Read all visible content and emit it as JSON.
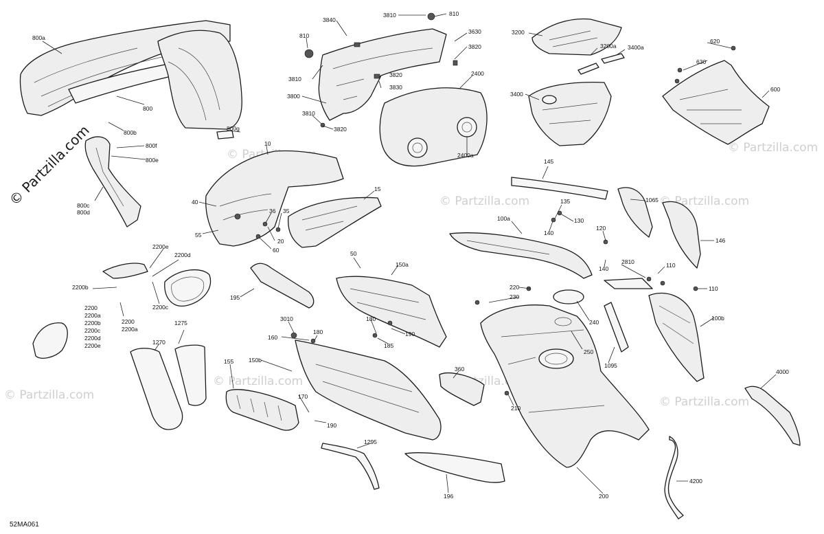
{
  "diagram_id": "52MA061",
  "watermark": {
    "main": "© Partzilla.com",
    "faint": "© Partzilla.com"
  },
  "labels": {
    "l800a": "800a",
    "l800": "800",
    "l800b": "800b",
    "l800f": "800f",
    "l800e": "800e",
    "l800g": "800g",
    "l800c": "800c",
    "l800d": "800d",
    "l3840": "3840",
    "l3810a": "3810",
    "l810a": "810",
    "l810b": "810",
    "l3630": "3630",
    "l3820a": "3820",
    "l3810b": "3810",
    "l3820b": "3820",
    "l3830": "3830",
    "l3800": "3800",
    "l3810c": "3810",
    "l3820c": "3820",
    "l2400": "2400",
    "l2400a": "2400a",
    "l3200": "3200",
    "l3200a": "3200a",
    "l3400a": "3400a",
    "l3400": "3400",
    "l620": "620",
    "l630": "630",
    "l600": "600",
    "l10": "10",
    "l15": "15",
    "l40": "40",
    "l36": "36",
    "l35": "35",
    "l20": "20",
    "l55": "55",
    "l60": "60",
    "l145": "145",
    "l1065": "1065",
    "l146": "146",
    "l135": "135",
    "l130": "130",
    "l140a": "140",
    "l120": "120",
    "l140b": "140",
    "l2810": "2810",
    "l110a": "110",
    "l110b": "110",
    "l100a": "100a",
    "l100b": "100b",
    "l2200e": "2200e",
    "l2200d": "2200d",
    "l2200b": "2200b",
    "l2200c": "2200c",
    "l2200": "2200",
    "l2200a": "2200a",
    "l2200s0": "2200",
    "l2200s1": "2200a",
    "l2200s2": "2200b",
    "l2200s3": "2200c",
    "l2200s4": "2200d",
    "l2200s5": "2200e",
    "l195": "195",
    "l50": "50",
    "l150a": "150a",
    "l1275": "1275",
    "l1270": "1270",
    "l3010": "3010",
    "l160": "160",
    "l180a": "180",
    "l180b": "180",
    "l190a": "190",
    "l185": "185",
    "l150b": "150b",
    "l155": "155",
    "l170": "170",
    "l190b": "190",
    "l220": "220",
    "l230": "230",
    "l240": "240",
    "l250": "250",
    "l1095": "1095",
    "l360": "360",
    "l210": "210",
    "l200": "200",
    "l1295": "1295",
    "l196": "196",
    "l4000": "4000",
    "l4200": "4200"
  }
}
